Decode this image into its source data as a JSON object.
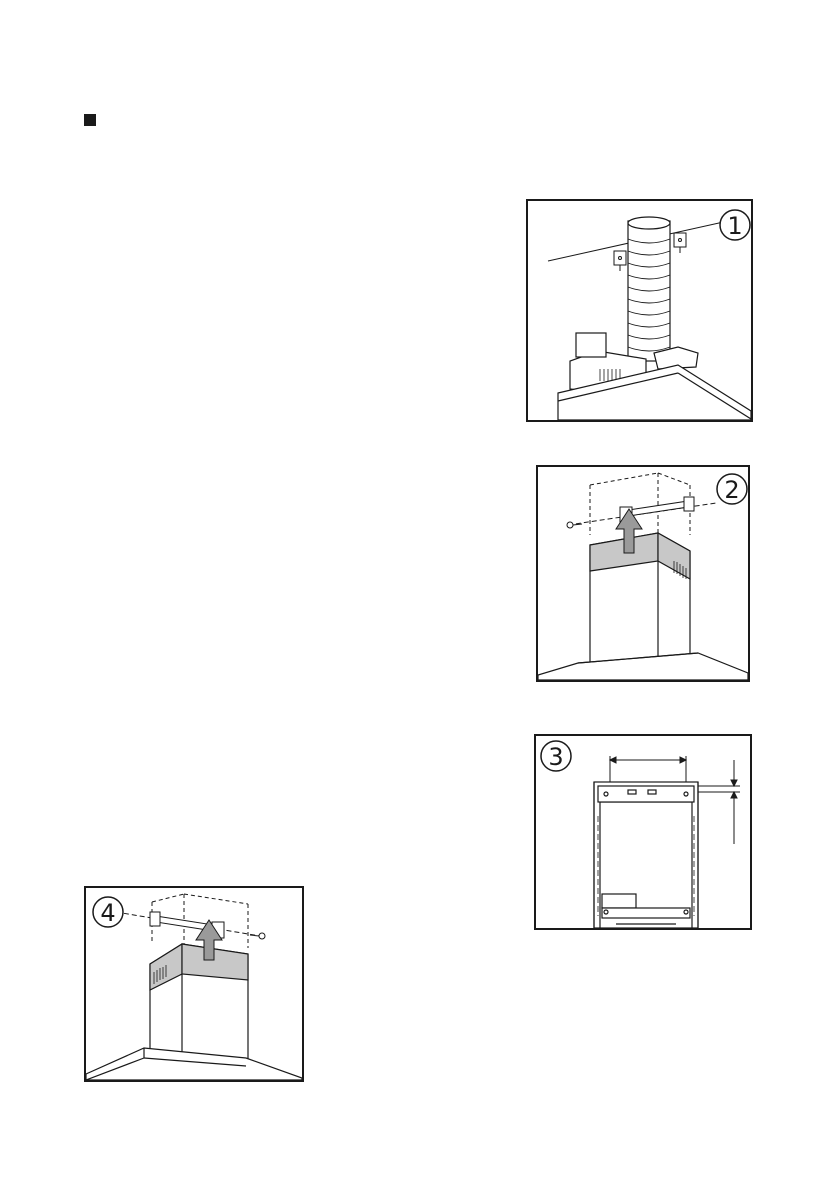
{
  "figures": [
    {
      "id": "fig1",
      "label": "1"
    },
    {
      "id": "fig2",
      "label": "2"
    },
    {
      "id": "fig3",
      "label": "3"
    },
    {
      "id": "fig4",
      "label": "4"
    }
  ],
  "colors": {
    "line": "#1a1a1a",
    "hood_band": "#c8c8c8",
    "arrow": "#9a9a9a",
    "background": "#ffffff"
  }
}
